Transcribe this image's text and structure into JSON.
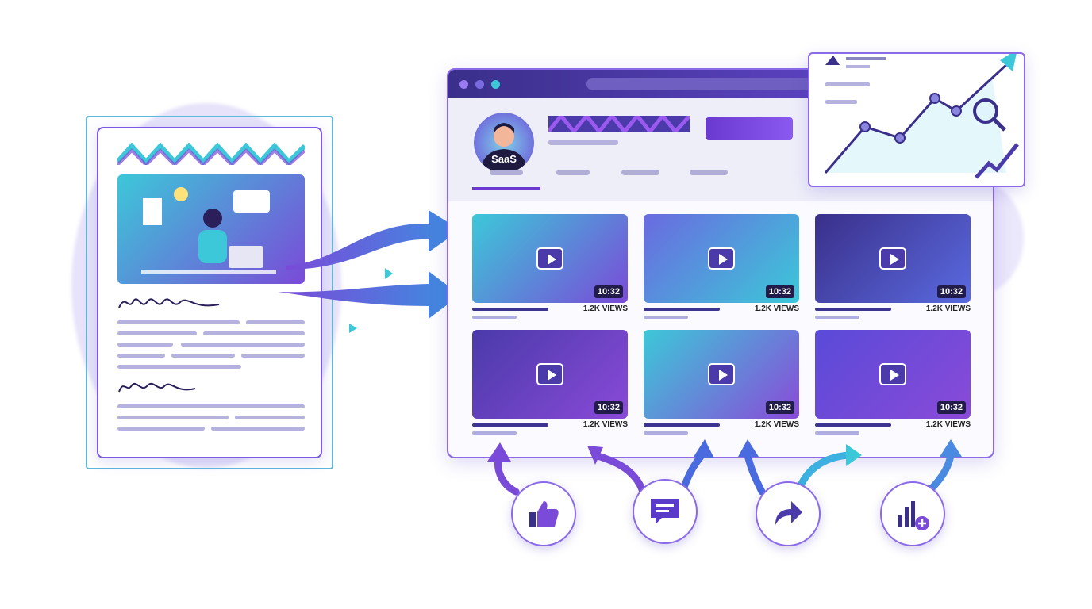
{
  "profile": {
    "avatar_text": "SaaS"
  },
  "videos": [
    {
      "duration": "10:32",
      "views": "1.2K VIEWS",
      "theme": "presenter-chart"
    },
    {
      "duration": "10:32",
      "views": "1.2K VIEWS",
      "theme": "camera-microphone"
    },
    {
      "duration": "10:32",
      "views": "1.2K VIEWS",
      "theme": "podcast-pie"
    },
    {
      "duration": "10:32",
      "views": "1.2K VIEWS",
      "theme": "chat-pie"
    },
    {
      "duration": "10:32",
      "views": "1.2K VIEWS",
      "theme": "presenter-bars"
    },
    {
      "duration": "10:32",
      "views": "1.2K VIEWS",
      "theme": "growth-chart"
    }
  ],
  "actions": [
    "thumbs-up-icon",
    "comment-icon",
    "share-icon",
    "analytics-add-icon"
  ],
  "colors": {
    "primary": "#6a4ad8",
    "accent": "#3cc8d8",
    "dark": "#221c4a"
  }
}
